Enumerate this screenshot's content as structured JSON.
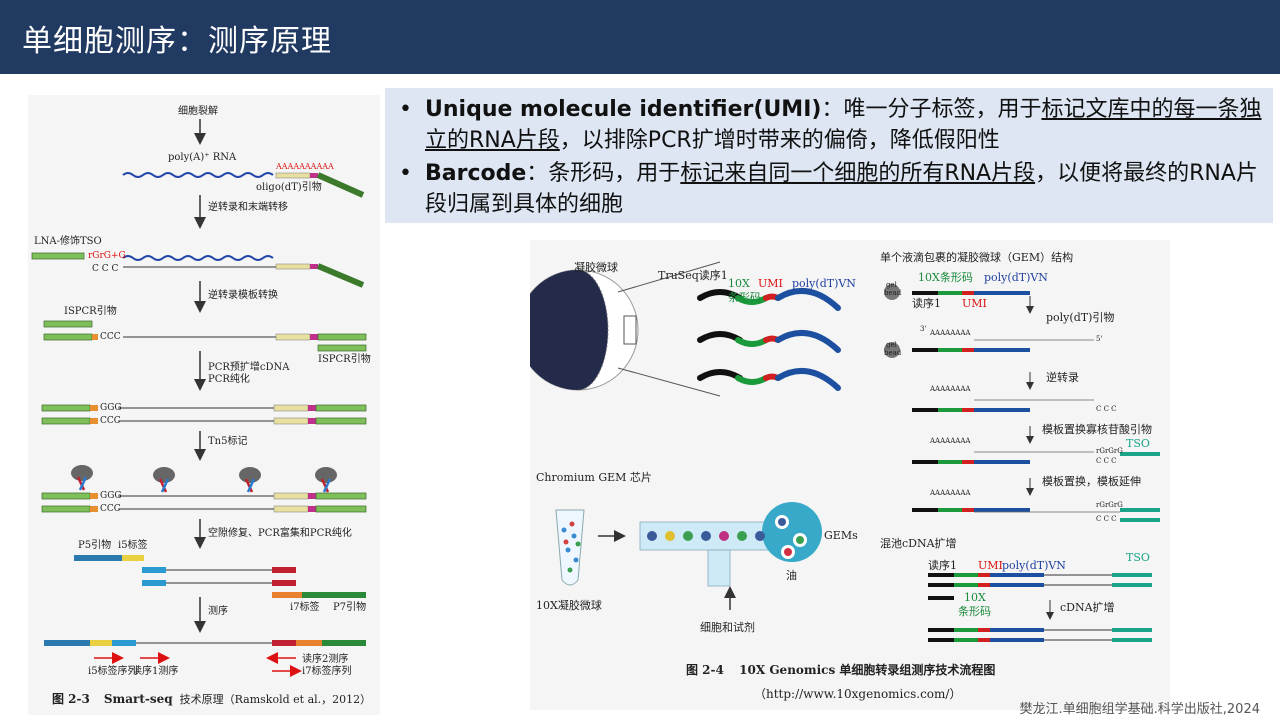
{
  "header": {
    "title": "单细胞测序：测序原理"
  },
  "bullets": [
    {
      "term": "Unique molecule identifier(UMI)",
      "sep": "：唯一分子标签，用于",
      "underlined": "标记文库中的每一条独立的RNA片段",
      "rest": "，以排除PCR扩增时带来的偏倚，降低假阳性"
    },
    {
      "term": "Barcode",
      "sep": "：条形码，用于",
      "underlined": "标记来自同一个细胞的所有RNA片段",
      "rest": "，以便将最终的RNA片段归属到具体的细胞"
    }
  ],
  "left_figure": {
    "labels": {
      "lysis": "细胞裂解",
      "polya": "poly(A)⁺ RNA",
      "oligo": "oligo(dT)引物",
      "rt_tail": "逆转录和末端转移",
      "lna": "LNA-修饰TSO",
      "rt_switch": "逆转录模板转换",
      "ispcr1": "ISPCR引物",
      "ispcr2": "ISPCR引物",
      "pcr_pre": "PCR预扩增cDNA",
      "pcr_pure": "PCR纯化",
      "tn5": "Tn5标记",
      "gap": "空隙修复、PCR富集和PCR纯化",
      "p5": "P5引物",
      "i5": "i5标签",
      "i7": "i7标签",
      "p7": "P7引物",
      "seq": "测序",
      "i5seq": "i5标签序列",
      "read1": "读序1测序",
      "read2": "读序2测序",
      "i7seq": "i7标签序列",
      "polya_tail": "AAAAAAAAAA",
      "tso": "rGrG+G",
      "ccc": "CCC",
      "ggg": "GGG",
      "ccc_spaced": "C C C"
    },
    "caption": {
      "num": "图 2-3",
      "title": "Smart-seq",
      "text": "技术原理（Ramskold et al.，2012）"
    }
  },
  "right_figure": {
    "labels": {
      "gel_bead": "凝胶微球",
      "truseq": "TruSeq读序1",
      "x10": "10X",
      "barcode": "条形码",
      "umi": "UMI",
      "polydt": "poly(dT)VN",
      "gem_title": "单个液滴包裹的凝胶微球（GEM）结构",
      "read1": "读序1",
      "polydt_primer": "poly(dT)引物",
      "rt": "逆转录",
      "template_switch": "模板置换寡核苷酸引物",
      "tso": "TSO",
      "extend": "模板置换，模板延伸",
      "chromium": "Chromium GEM 芯片",
      "gems": "GEMs",
      "oil": "油",
      "beads10x": "10X凝胶微球",
      "cells": "细胞和试剂",
      "pool": "混池cDNA扩增",
      "cdna_amp": "cDNA扩增",
      "gel": "gel",
      "bead": "bead",
      "polya_tail": "AAAAAAAA",
      "three_prime": "3'",
      "five_prime": "5'",
      "ccc_spaced": "C C C",
      "rgrgrg": "rGrGrG"
    },
    "caption": {
      "num": "图 2-4",
      "title": "10X Genomics 单细胞转录组测序技术流程图",
      "url": "（http://www.10xgenomics.com/）"
    }
  },
  "footer": {
    "citation": "樊龙江.单细胞组学基础.科学出版社,2024"
  }
}
